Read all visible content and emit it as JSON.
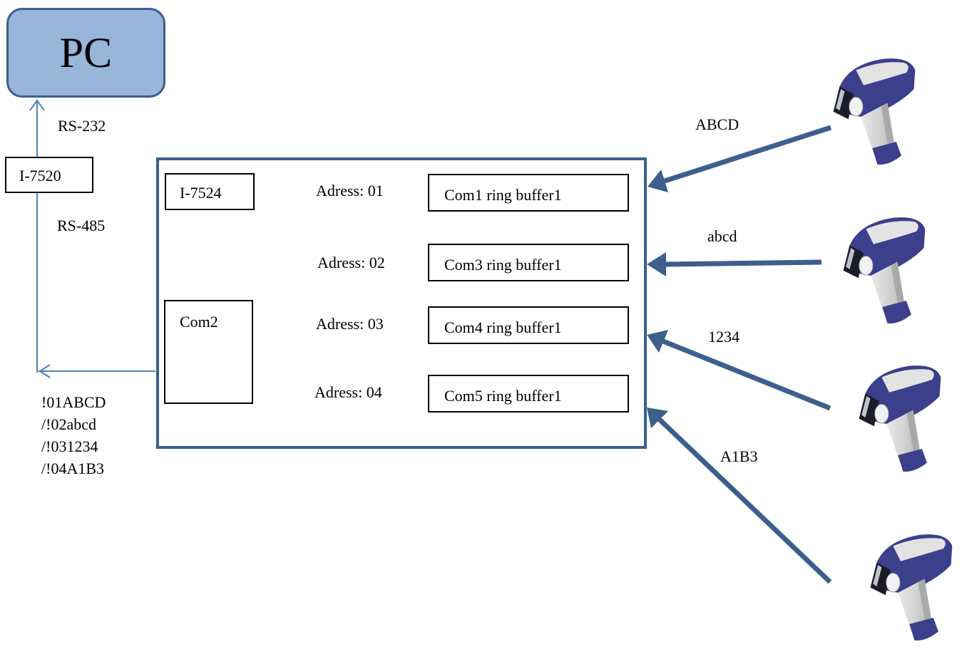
{
  "pc": {
    "title": "PC"
  },
  "links": {
    "rs232": "RS-232",
    "rs485": "RS-485"
  },
  "converter": {
    "label": "I-7520"
  },
  "module": {
    "label": "I-7524",
    "com2_label": "Com2",
    "channels": [
      {
        "address": "Adress: 01",
        "buffer": "Com1 ring buffer1",
        "scanner_data": "ABCD"
      },
      {
        "address": "Adress: 02",
        "buffer": "Com3 ring buffer1",
        "scanner_data": "abcd"
      },
      {
        "address": "Adress: 03",
        "buffer": "Com4 ring buffer1",
        "scanner_data": "1234"
      },
      {
        "address": "Adress: 04",
        "buffer": "Com5 ring buffer1",
        "scanner_data": "A1B3"
      }
    ]
  },
  "command_lines": [
    "!01ABCD",
    "/!02abcd",
    "/!031234",
    "/!04A1B3"
  ],
  "colors": {
    "pc_fill": "#98b5da",
    "frame": "#3c5f8d",
    "thin_line": "#4f81bd",
    "scanner_body": "#3b3f8c"
  },
  "icons": {
    "scanner": "barcode-scanner-icon"
  }
}
